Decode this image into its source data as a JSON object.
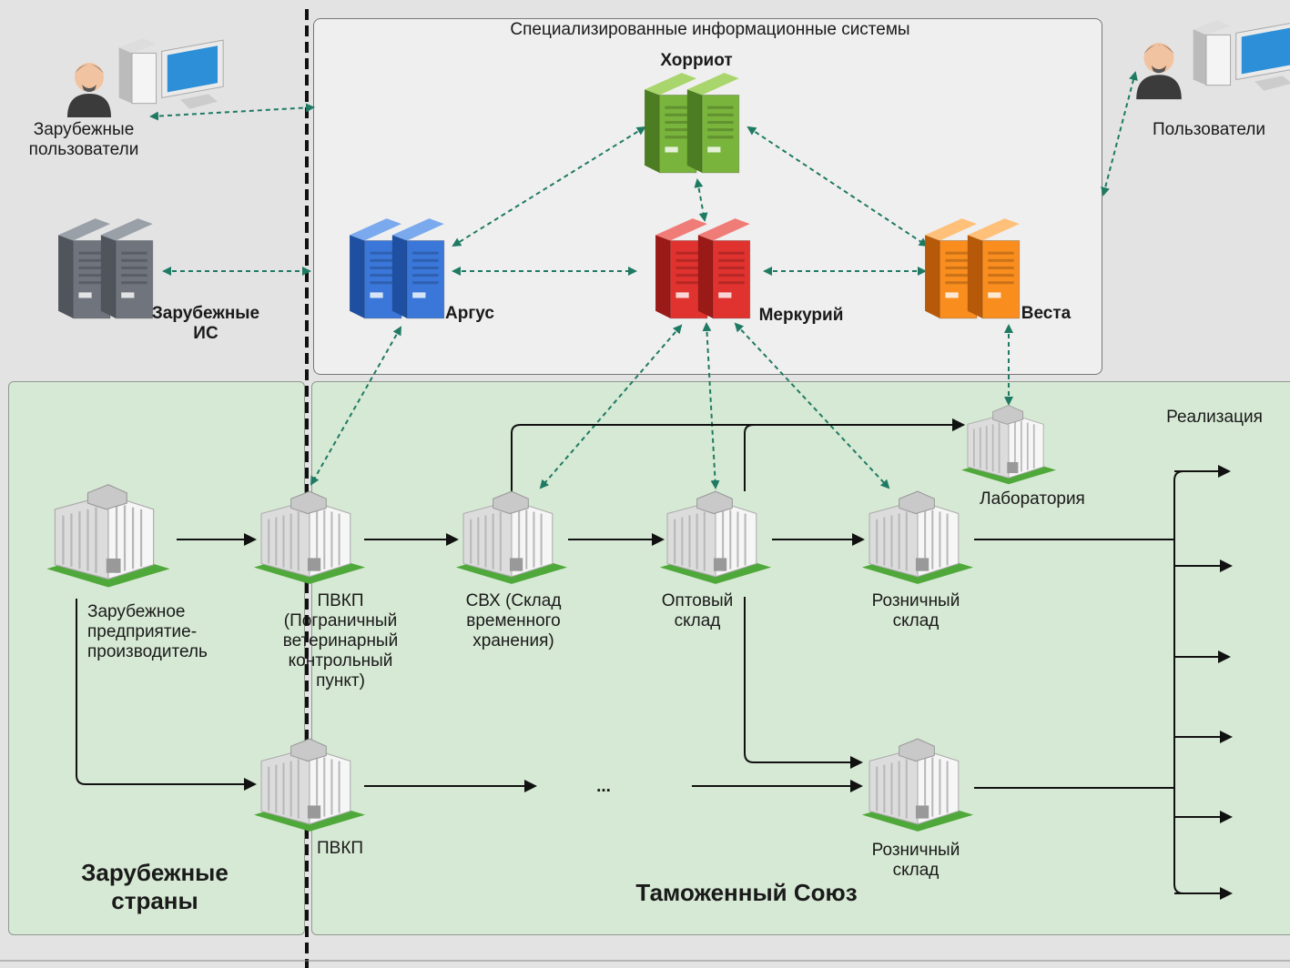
{
  "colors": {
    "page_bg": "#e3e3e3",
    "region_green": "#d6e9d4",
    "region_is": "#efefef",
    "arrow_teal": "#1f7a63",
    "argus": "#3a77d9",
    "horriot": "#79b43c",
    "mercury": "#e0322e",
    "vesta": "#f98d1e",
    "foreign_server": "#6f747d"
  },
  "regions": {
    "is_title": "Специализированные информационные системы",
    "foreign_countries": "Зарубежные\nстраны",
    "customs_union": "Таможенный Союз",
    "sales": "Реализация"
  },
  "systems": {
    "horriot": "Хорриот",
    "argus": "Аргус",
    "mercury": "Меркурий",
    "vesta": "Веста",
    "foreign_is": "Зарубежные\nИС"
  },
  "users": {
    "foreign_users": "Зарубежные\nпользователи",
    "users": "Пользователи"
  },
  "facilities": {
    "producer": "Зарубежное\nпредприятие-\nпроизводитель",
    "pvkp_1": "ПВКП\n(Пограничный\nветеринарный\nконтрольный\nпункт)",
    "svh": "СВХ (Склад\nвременного\nхранения)",
    "wholesale": "Оптовый\nсклад",
    "retail_1": "Розничный\nсклад",
    "laboratory": "Лаборатория",
    "pvkp_2": "ПВКП",
    "ellipsis": "...",
    "retail_2": "Розничный\nсклад"
  },
  "icons": {
    "server": "server-rack-icon",
    "building": "building-icon",
    "user": "user-avatar-icon",
    "computer": "desktop-computer-icon"
  }
}
